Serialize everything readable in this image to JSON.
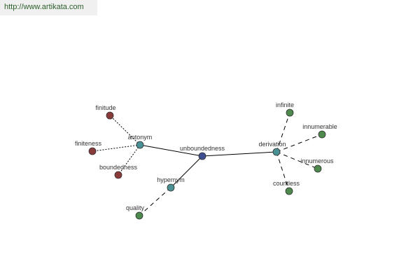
{
  "watermark": {
    "url": "http://www.artikata.com"
  },
  "colors": {
    "center": "#3d4f8f",
    "relation": "#4a9196",
    "antonym_leaf": "#8b3a3a",
    "derivation_leaf": "#4e8a4e",
    "hypernym_leaf": "#4e8a4e",
    "edge": "#000000",
    "node_stroke": "#2f2f2f"
  },
  "nodes": {
    "center": {
      "label": "unboundedness",
      "kind": "center"
    },
    "antonym": {
      "label": "antonym",
      "kind": "relation"
    },
    "derivation": {
      "label": "derivation",
      "kind": "relation"
    },
    "hypernym": {
      "label": "hypernym",
      "kind": "relation"
    },
    "finitude": {
      "label": "finitude",
      "kind": "antonym_leaf"
    },
    "finiteness": {
      "label": "finiteness",
      "kind": "antonym_leaf"
    },
    "boundedness": {
      "label": "boundedness",
      "kind": "antonym_leaf"
    },
    "infinite": {
      "label": "infinite",
      "kind": "derivation_leaf"
    },
    "innumerable": {
      "label": "innumerable",
      "kind": "derivation_leaf"
    },
    "innumerous": {
      "label": "innumerous",
      "kind": "derivation_leaf"
    },
    "countless": {
      "label": "countless",
      "kind": "derivation_leaf"
    },
    "quality": {
      "label": "quality",
      "kind": "hypernym_leaf"
    }
  },
  "edges": [
    {
      "from": "center",
      "to": "antonym",
      "style": "solid"
    },
    {
      "from": "center",
      "to": "derivation",
      "style": "solid"
    },
    {
      "from": "center",
      "to": "hypernym",
      "style": "solid"
    },
    {
      "from": "antonym",
      "to": "finitude",
      "style": "dotted"
    },
    {
      "from": "antonym",
      "to": "finiteness",
      "style": "dotted"
    },
    {
      "from": "antonym",
      "to": "boundedness",
      "style": "dotted"
    },
    {
      "from": "derivation",
      "to": "infinite",
      "style": "dashed"
    },
    {
      "from": "derivation",
      "to": "innumerable",
      "style": "dashed"
    },
    {
      "from": "derivation",
      "to": "innumerous",
      "style": "dashed"
    },
    {
      "from": "derivation",
      "to": "countless",
      "style": "dashed"
    },
    {
      "from": "hypernym",
      "to": "quality",
      "style": "dashed"
    }
  ]
}
